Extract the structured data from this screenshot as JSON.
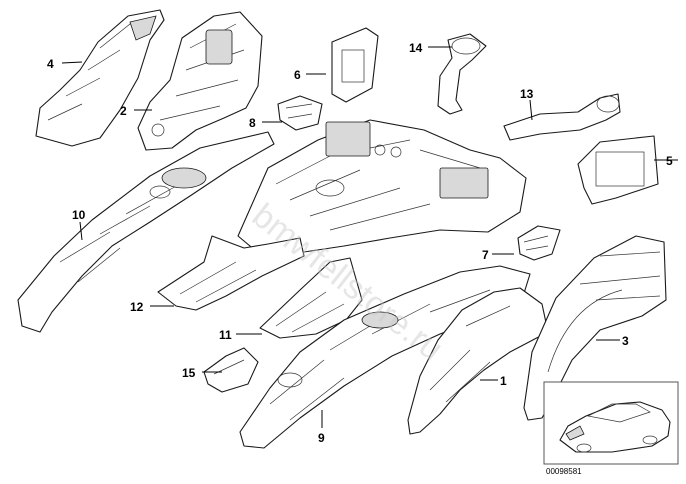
{
  "diagram": {
    "reference_code": "00098581",
    "watermark_text": "bmwfellstore.ru",
    "callouts": [
      {
        "id": "1",
        "label": "1"
      },
      {
        "id": "2",
        "label": "2"
      },
      {
        "id": "3",
        "label": "3"
      },
      {
        "id": "4",
        "label": "4"
      },
      {
        "id": "5",
        "label": "5"
      },
      {
        "id": "6",
        "label": "6"
      },
      {
        "id": "7",
        "label": "7"
      },
      {
        "id": "8",
        "label": "8"
      },
      {
        "id": "9",
        "label": "9"
      },
      {
        "id": "10",
        "label": "10"
      },
      {
        "id": "11",
        "label": "11"
      },
      {
        "id": "12",
        "label": "12"
      },
      {
        "id": "13",
        "label": "13"
      },
      {
        "id": "14",
        "label": "14"
      },
      {
        "id": "15",
        "label": "15"
      }
    ]
  }
}
